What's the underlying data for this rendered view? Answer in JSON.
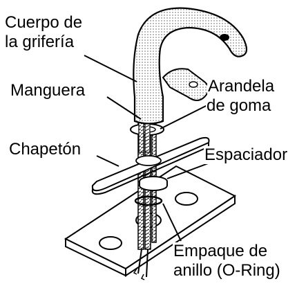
{
  "labels": {
    "cuerpo_line1": "Cuerpo de",
    "cuerpo_line2": "la grifería",
    "manguera": "Manguera",
    "arandela_line1": "Arandela",
    "arandela_line2": "de goma",
    "chapeton": "Chapetón",
    "espaciador": "Espaciador",
    "empaque_line1": "Empaque de",
    "empaque_line2": "anillo (O-Ring)"
  }
}
